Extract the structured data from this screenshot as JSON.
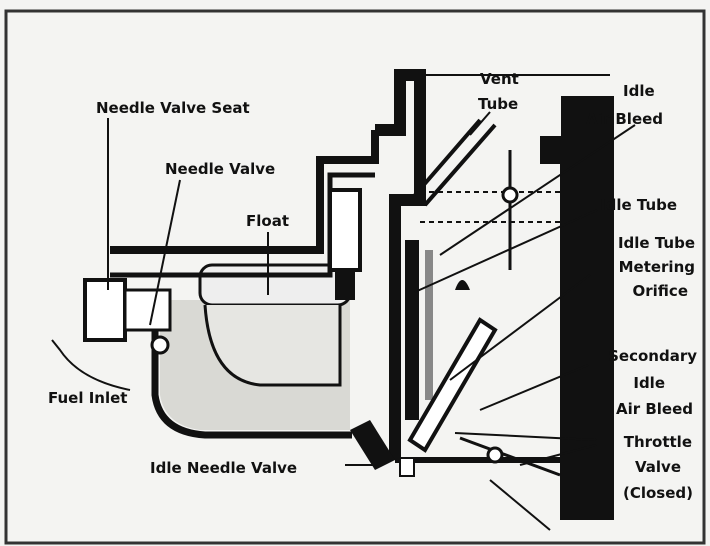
{
  "diagram": {
    "labels": {
      "needle_valve_seat": "Needle Valve Seat",
      "needle_valve": "Needle Valve",
      "float": "Float",
      "vent_tube_1": "Vent",
      "vent_tube_2": "Tube",
      "idle_air_bleed_1": "Idle",
      "idle_air_bleed_2": "Air Bleed",
      "idle_tube": "Idle Tube",
      "idle_tube_metering_1": "Idle Tube",
      "idle_tube_metering_2": "Metering",
      "idle_tube_metering_3": "Orifice",
      "secondary_idle_1": "Secondary",
      "secondary_idle_2": "Idle",
      "secondary_idle_3": "Air Bleed",
      "fuel_inlet": "Fuel Inlet",
      "throttle_valve_1": "Throttle",
      "throttle_valve_2": "Valve",
      "throttle_valve_3": "(Closed)",
      "idle_needle_valve": "Idle Needle Valve"
    }
  }
}
